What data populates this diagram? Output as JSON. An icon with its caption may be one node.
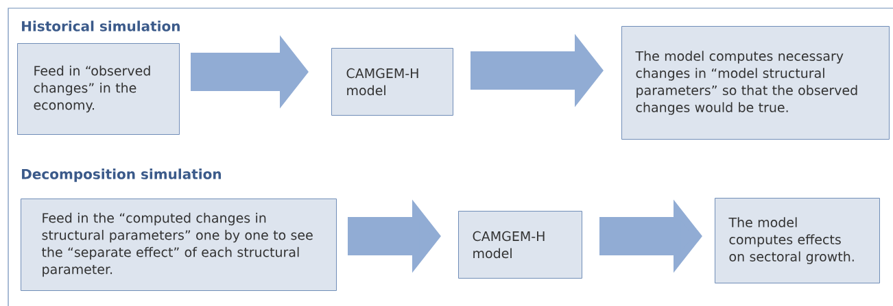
{
  "diagram": {
    "nodes": [
      {
        "text": [
          "Feed in “observed changes” in the economy."
        ]
      },
      {
        "text": [
          "CAMGEM-H model"
        ]
      },
      {
        "text": [
          "The model computes necessary changes in “model structural parameters” so that the observed changes would be true."
        ]
      },
      {
        "text": [
          "Feed in the “computed changes in structural parameters” one by one to see the “separate effect” of each structural parameter."
        ]
      },
      {
        "text": [
          "CAMGEM-H model"
        ]
      },
      {
        "text": [
          "The model computes effects on sectoral growth."
        ]
      }
    ],
    "edges": [
      {
        "from": 0,
        "to": 1,
        "arrow": "to"
      },
      {
        "from": 1,
        "to": 2,
        "arrow": "to"
      },
      {
        "from": 3,
        "to": 4,
        "arrow": "to"
      },
      {
        "from": 4,
        "to": 5,
        "arrow": "to"
      }
    ],
    "labels": [
      "Historical simulation",
      "Decomposition simulation"
    ]
  }
}
